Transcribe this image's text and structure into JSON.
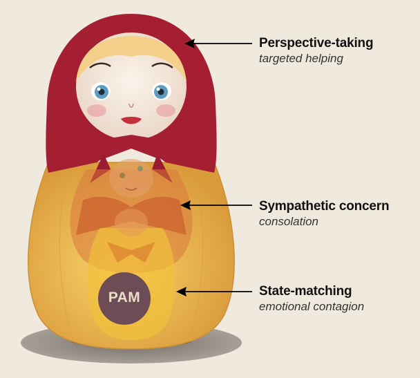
{
  "diagram": {
    "core_label": "PAM",
    "layers": [
      {
        "title": "Perspective-taking",
        "subtitle": "targeted helping"
      },
      {
        "title": "Sympathetic concern",
        "subtitle": "consolation"
      },
      {
        "title": "State-matching",
        "subtitle": "emotional contagion"
      }
    ]
  },
  "colors": {
    "background": "#efe9de",
    "outer_doll_red": "#a51f32",
    "middle_doll_orange": "#d8763c",
    "inner_doll_yellow": "#f1c13a",
    "core_circle": "#6e4c55"
  }
}
